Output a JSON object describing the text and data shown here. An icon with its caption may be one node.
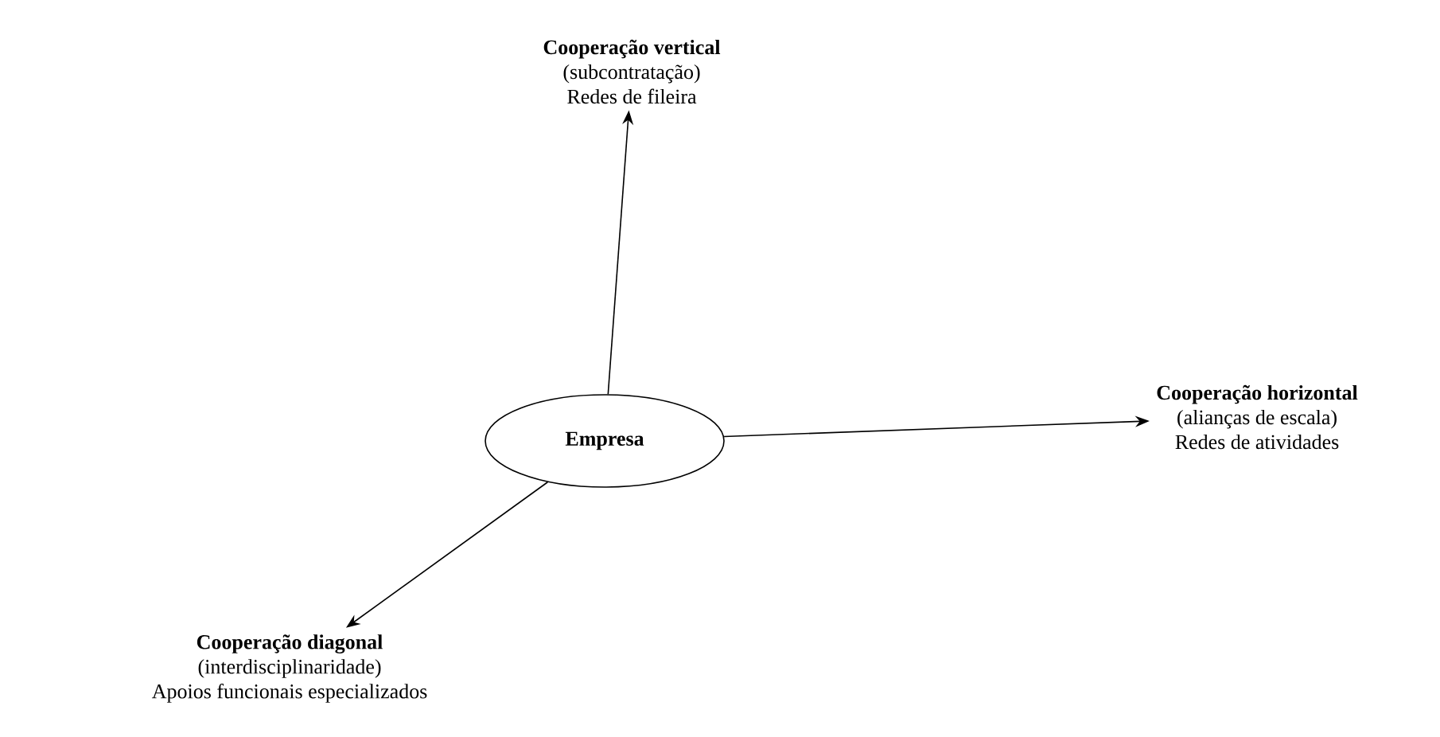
{
  "diagram": {
    "nodes": [
      {
        "text": [
          "Empresa"
        ]
      },
      {
        "text": [
          "Cooperação vertical",
          "(subcontratação)",
          "Redes de fileira"
        ]
      },
      {
        "text": [
          "Cooperação horizontal",
          "(alianças de escala)",
          "Redes de atividades"
        ]
      },
      {
        "text": [
          "Cooperação diagonal",
          "(interdisciplinaridade)",
          "Apoios funcionais especializados"
        ]
      }
    ],
    "edges": [
      {
        "from": 0,
        "to": 1,
        "arrow": "to"
      },
      {
        "from": 0,
        "to": 2,
        "arrow": "to"
      },
      {
        "from": 0,
        "to": 3,
        "arrow": "to"
      }
    ]
  }
}
